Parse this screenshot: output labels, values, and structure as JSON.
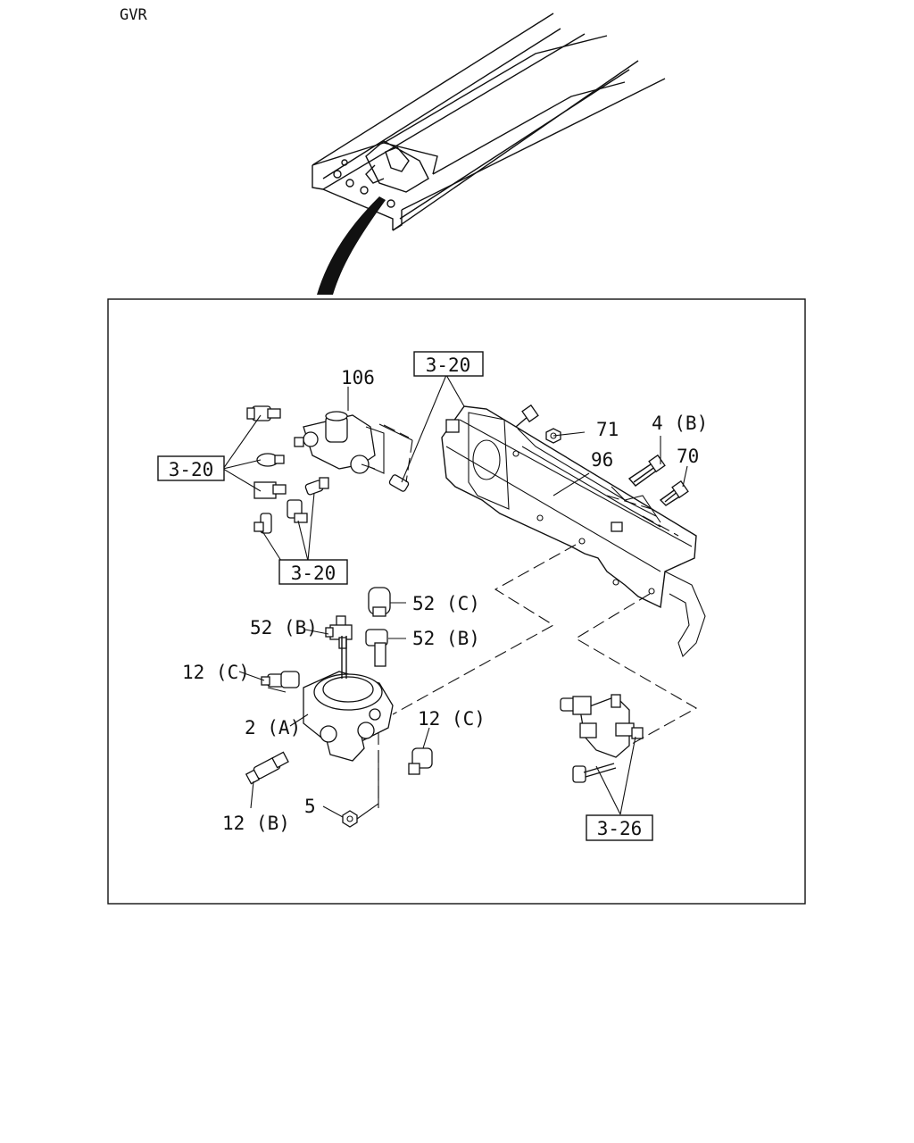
{
  "model_code": "GVR",
  "callouts": {
    "p106": "106",
    "p71": "71",
    "p4b": "4 (B)",
    "p96": "96",
    "p70": "70",
    "p52c": "52 (C)",
    "p52b_left": "52 (B)",
    "p52b_right": "52 (B)",
    "p12c_left": "12 (C)",
    "p2a": "2 (A)",
    "p12c_right": "12 (C)",
    "p12b": "12 (B)",
    "p5": "5"
  },
  "ref_boxes": {
    "ref_top": "3-20",
    "ref_left": "3-20",
    "ref_mid": "3-20",
    "ref_326": "3-26"
  }
}
